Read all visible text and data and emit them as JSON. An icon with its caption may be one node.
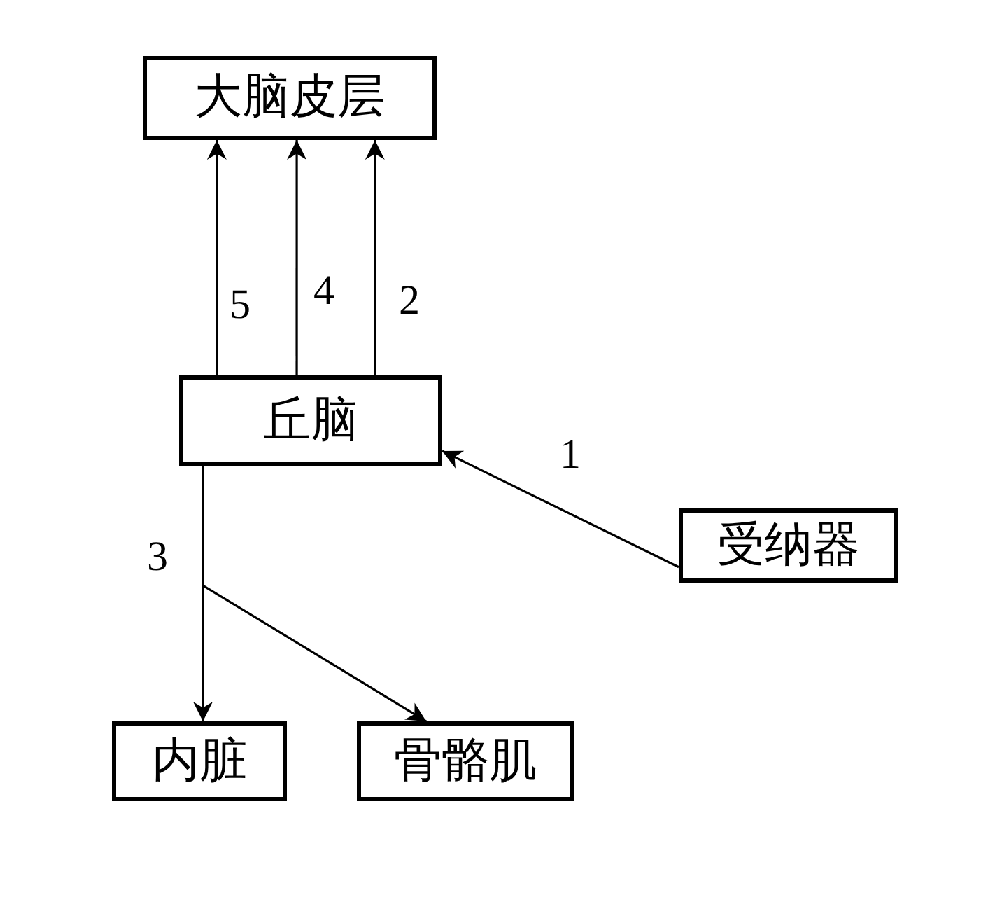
{
  "diagram": {
    "nodes": [
      {
        "text": [
          "大脑皮层"
        ]
      },
      {
        "text": [
          "丘脑"
        ]
      },
      {
        "text": [
          "受纳器"
        ]
      },
      {
        "text": [
          "内脏"
        ]
      },
      {
        "text": [
          "骨骼肌"
        ]
      }
    ],
    "edges": [
      {
        "from": 1,
        "to": 0,
        "arrow": "to",
        "label": "5"
      },
      {
        "from": 1,
        "to": 0,
        "arrow": "to",
        "label": "4"
      },
      {
        "from": 1,
        "to": 0,
        "arrow": "to",
        "label": "2"
      },
      {
        "from": 2,
        "to": 1,
        "arrow": "to",
        "label": "1"
      },
      {
        "from": 1,
        "to": 3,
        "arrow": "to",
        "label": "3"
      },
      {
        "from": 1,
        "to": 4,
        "arrow": "to"
      }
    ]
  }
}
